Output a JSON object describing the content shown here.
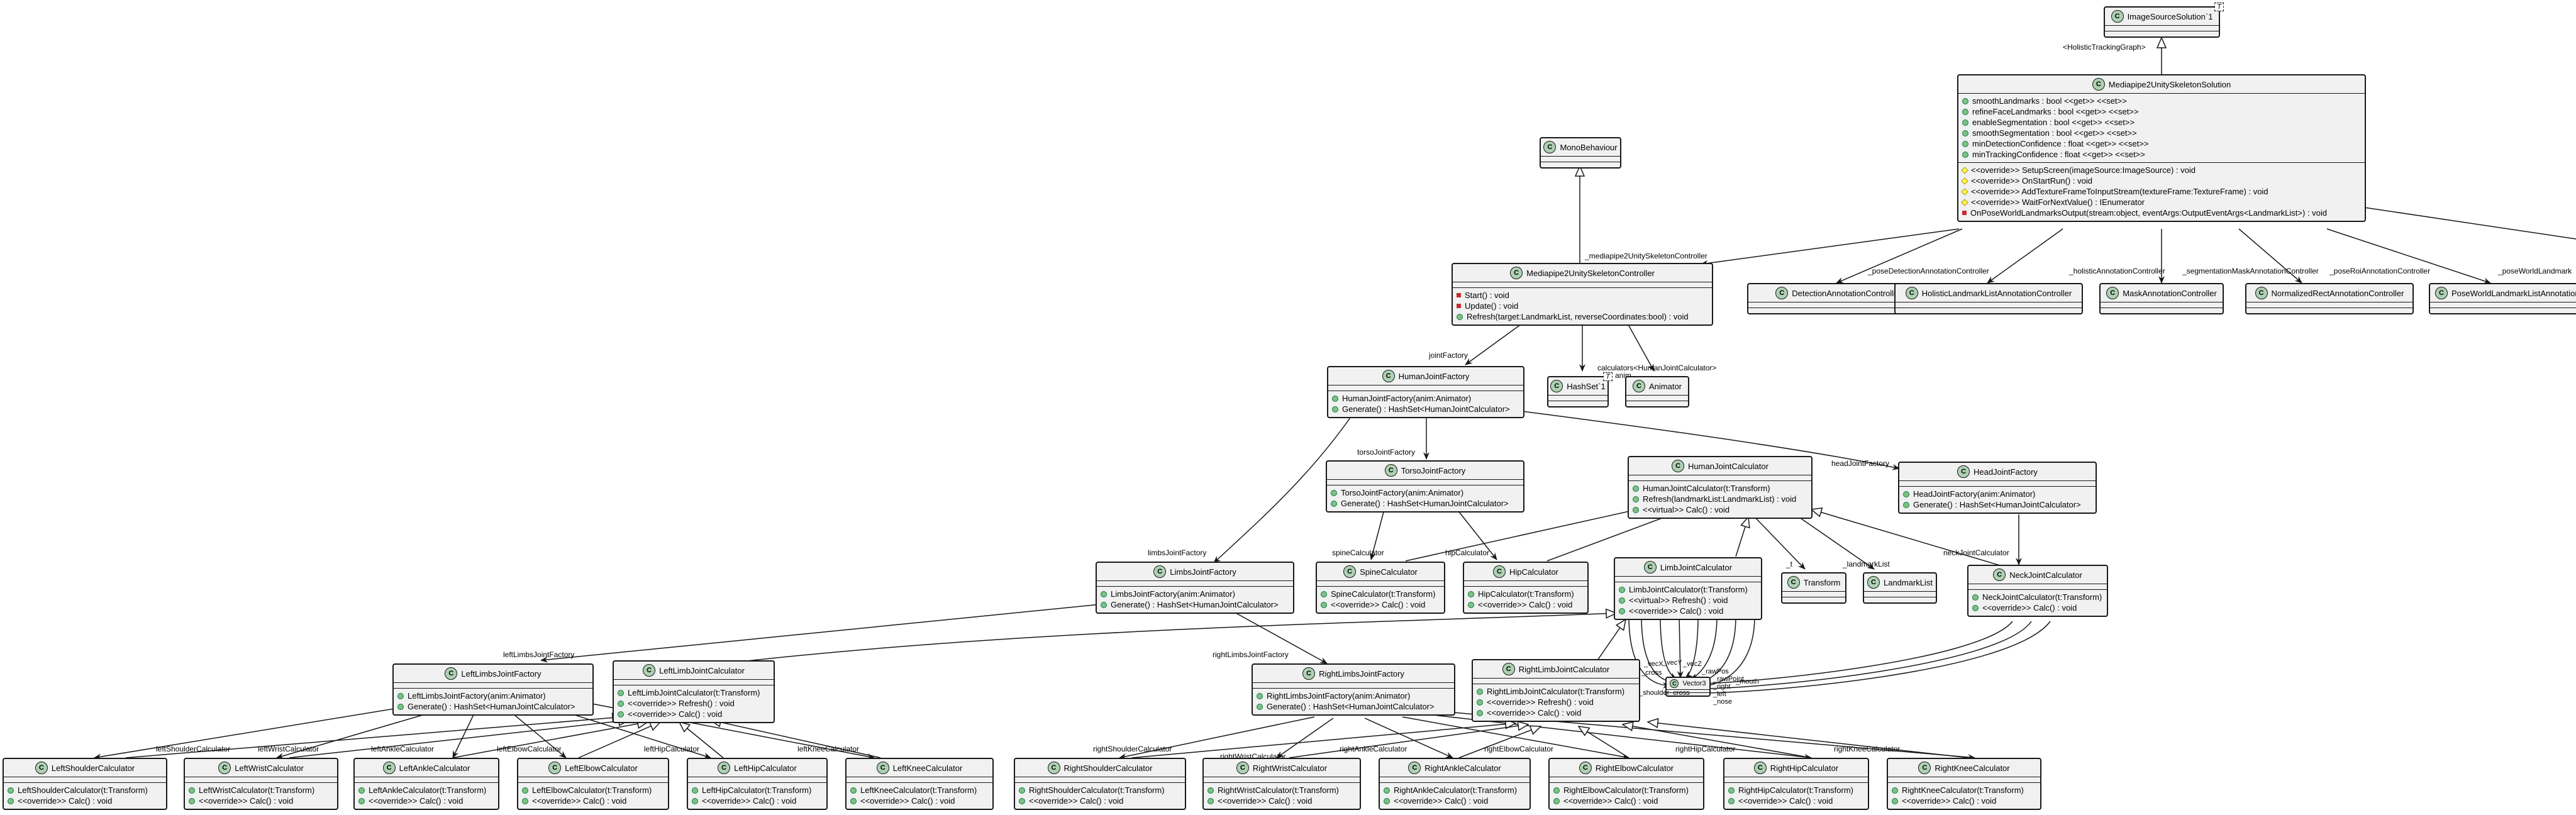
{
  "classes": {
    "image_source_solution": {
      "name": "ImageSourceSolution`1",
      "template": "T"
    },
    "mp_solution": {
      "name": "Mediapipe2UnitySkeletonSolution",
      "fields": [
        "smoothLandmarks : bool <<get>> <<set>>",
        "refineFaceLandmarks : bool <<get>> <<set>>",
        "enableSegmentation : bool <<get>> <<set>>",
        "smoothSegmentation : bool <<get>> <<set>>",
        "minDetectionConfidence : float <<get>> <<set>>",
        "minTrackingConfidence : float <<get>> <<set>>"
      ],
      "methods": [
        "<<override>> SetupScreen(imageSource:ImageSource) : void",
        "<<override>> OnStartRun() : void",
        "<<override>> AddTextureFrameToInputStream(textureFrame:TextureFrame) : void",
        "<<override>> WaitForNextValue() : IEnumerator",
        "OnPoseWorldLandmarksOutput(stream:object, eventArgs:OutputEventArgs<LandmarkList>) : void"
      ]
    },
    "mono_behaviour": {
      "name": "MonoBehaviour"
    },
    "mp_controller": {
      "name": "Mediapipe2UnitySkeletonController",
      "methods": [
        "Start() : void",
        "Update() : void",
        "Refresh(target:LandmarkList, reverseCoordinates:bool) : void"
      ]
    },
    "detection_ac": {
      "name": "DetectionAnnotationController"
    },
    "holistic_ac": {
      "name": "HolisticLandmarkListAnnotationController"
    },
    "mask_ac": {
      "name": "MaskAnnotationController"
    },
    "nrect_ac": {
      "name": "NormalizedRectAnnotationController"
    },
    "pwl_ac": {
      "name": "PoseWorldLandmarkListAnnotationController"
    },
    "human_joint_factory": {
      "name": "HumanJointFactory",
      "methods": [
        "HumanJointFactory(anim:Animator)",
        "Generate() : HashSet<HumanJointCalculator>"
      ]
    },
    "hashset": {
      "name": "HashSet`1",
      "template": "T"
    },
    "animator": {
      "name": "Animator"
    },
    "torso_factory": {
      "name": "TorsoJointFactory",
      "methods": [
        "TorsoJointFactory(anim:Animator)",
        "Generate() : HashSet<HumanJointCalculator>"
      ]
    },
    "human_joint_calc": {
      "name": "HumanJointCalculator",
      "methods": [
        "HumanJointCalculator(t:Transform)",
        "Refresh(landmarkList:LandmarkList) : void",
        "<<virtual>> Calc() : void"
      ]
    },
    "head_factory": {
      "name": "HeadJointFactory",
      "methods": [
        "HeadJointFactory(anim:Animator)",
        "Generate() : HashSet<HumanJointCalculator>"
      ]
    },
    "limbs_factory": {
      "name": "LimbsJointFactory",
      "methods": [
        "LimbsJointFactory(anim:Animator)",
        "Generate() : HashSet<HumanJointCalculator>"
      ]
    },
    "spine_calc": {
      "name": "SpineCalculator",
      "methods": [
        "SpineCalculator(t:Transform)",
        "<<override>> Calc() : void"
      ]
    },
    "hip_calc": {
      "name": "HipCalculator",
      "methods": [
        "HipCalculator(t:Transform)",
        "<<override>> Calc() : void"
      ]
    },
    "limb_calc": {
      "name": "LimbJointCalculator",
      "methods": [
        "LimbJointCalculator(t:Transform)",
        "<<virtual>> Refresh() : void",
        "<<override>> Calc() : void"
      ]
    },
    "transform": {
      "name": "Transform"
    },
    "landmark_list": {
      "name": "LandmarkList"
    },
    "neck_calc": {
      "name": "NeckJointCalculator",
      "methods": [
        "NeckJointCalculator(t:Transform)",
        "<<override>> Calc() : void"
      ]
    },
    "vector3": {
      "name": "Vector3"
    },
    "left_limbs_factory": {
      "name": "LeftLimbsJointFactory",
      "methods": [
        "LeftLimbsJointFactory(anim:Animator)",
        "Generate() : HashSet<HumanJointCalculator>"
      ]
    },
    "left_limb_calc": {
      "name": "LeftLimbJointCalculator",
      "methods": [
        "LeftLimbJointCalculator(t:Transform)",
        "<<override>> Refresh() : void",
        "<<override>> Calc() : void"
      ]
    },
    "right_limbs_factory": {
      "name": "RightLimbsJointFactory",
      "methods": [
        "RightLimbsJointFactory(anim:Animator)",
        "Generate() : HashSet<HumanJointCalculator>"
      ]
    },
    "right_limb_calc": {
      "name": "RightLimbJointCalculator",
      "methods": [
        "RightLimbJointCalculator(t:Transform)",
        "<<override>> Refresh() : void",
        "<<override>> Calc() : void"
      ]
    },
    "left_shoulder": {
      "name": "LeftShoulderCalculator",
      "methods": [
        "LeftShoulderCalculator(t:Transform)",
        "<<override>> Calc() : void"
      ]
    },
    "left_wrist": {
      "name": "LeftWristCalculator",
      "methods": [
        "LeftWristCalculator(t:Transform)",
        "<<override>> Calc() : void"
      ]
    },
    "left_ankle": {
      "name": "LeftAnkleCalculator",
      "methods": [
        "LeftAnkleCalculator(t:Transform)",
        "<<override>> Calc() : void"
      ]
    },
    "left_elbow": {
      "name": "LeftElbowCalculator",
      "methods": [
        "LeftElbowCalculator(t:Transform)",
        "<<override>> Calc() : void"
      ]
    },
    "left_hip": {
      "name": "LeftHipCalculator",
      "methods": [
        "LeftHipCalculator(t:Transform)",
        "<<override>> Calc() : void"
      ]
    },
    "left_knee": {
      "name": "LeftKneeCalculator",
      "methods": [
        "LeftKneeCalculator(t:Transform)",
        "<<override>> Calc() : void"
      ]
    },
    "right_shoulder": {
      "name": "RightShoulderCalculator",
      "methods": [
        "RightShoulderCalculator(t:Transform)",
        "<<override>> Calc() : void"
      ]
    },
    "right_wrist": {
      "name": "RightWristCalculator",
      "methods": [
        "RightWristCalculator(t:Transform)",
        "<<override>> Calc() : void"
      ]
    },
    "right_ankle": {
      "name": "RightAnkleCalculator",
      "methods": [
        "RightAnkleCalculator(t:Transform)",
        "<<override>> Calc() : void"
      ]
    },
    "right_elbow": {
      "name": "RightElbowCalculator",
      "methods": [
        "RightElbowCalculator(t:Transform)",
        "<<override>> Calc() : void"
      ]
    },
    "right_hip": {
      "name": "RightHipCalculator",
      "methods": [
        "RightHipCalculator(t:Transform)",
        "<<override>> Calc() : void"
      ]
    },
    "right_knee": {
      "name": "RightKneeCalculator",
      "methods": [
        "RightKneeCalculator(t:Transform)",
        "<<override>> Calc() : void"
      ]
    }
  },
  "edge_labels": {
    "holistic_tracking_graph": "<HolisticTrackingGraph>",
    "mp_controller_field": "_mediapipe2UnitySkeletonController",
    "pose_detection": "_poseDetectionAnnotationController",
    "holistic": "_holisticAnnotationController",
    "segmentation_mask": "_segmentationMaskAnnotationController",
    "pose_roi": "_poseRoiAnnotationController",
    "pose_world_landmark": "_poseWorldLandmark",
    "joint_factory": "jointFactory",
    "calculators": "calculators<HumanJointCalculator>",
    "anim": "anim",
    "torso_joint_factory": "torsoJointFactory",
    "head_joint_factory": "headJointFactory",
    "limbs_joint_factory": "limbsJointFactory",
    "spine_calculator": "spineCalculator",
    "hip_calculator": "hipCalculator",
    "t": "_t",
    "landmark_list": "_landmarkList",
    "neck_calculator": "neckJointCalculator",
    "left_limbs_joint_factory": "leftLimbsJointFactory",
    "right_limbs_joint_factory": "rightLimbsJointFactory",
    "left_shoulder_calc": "leftShoulderCalculator",
    "left_wrist_calc": "leftWristCalculator",
    "left_ankle_calc": "leftAnkleCalculator",
    "left_elbow_calc": "leftElbowCalculator",
    "left_hip_calc": "leftHipCalculator",
    "left_knee_calc": "leftKneeCalculator",
    "right_shoulder_calc": "rightShoulderCalculator",
    "right_wrist_calc": "rightWristCalculator",
    "right_ankle_calc": "rightAnkleCalculator",
    "right_elbow_calc": "rightElbowCalculator",
    "right_hip_calc": "rightHipCalculator",
    "right_knee_calc": "rightKneeCalculator",
    "vector_labels": [
      "_vecX",
      "_vecY",
      "_vecZ",
      "_cross",
      "_rawPos",
      "_rawPoint",
      "_right",
      "_left",
      "_nose",
      "_mouth",
      "_shoulder_cross"
    ]
  },
  "colors": {
    "class_bg": "#f1f1f1",
    "border": "#181818",
    "circle_bg": "#add1b2",
    "public": "#84be84",
    "private": "#c82930",
    "protected": "#ffff44"
  }
}
